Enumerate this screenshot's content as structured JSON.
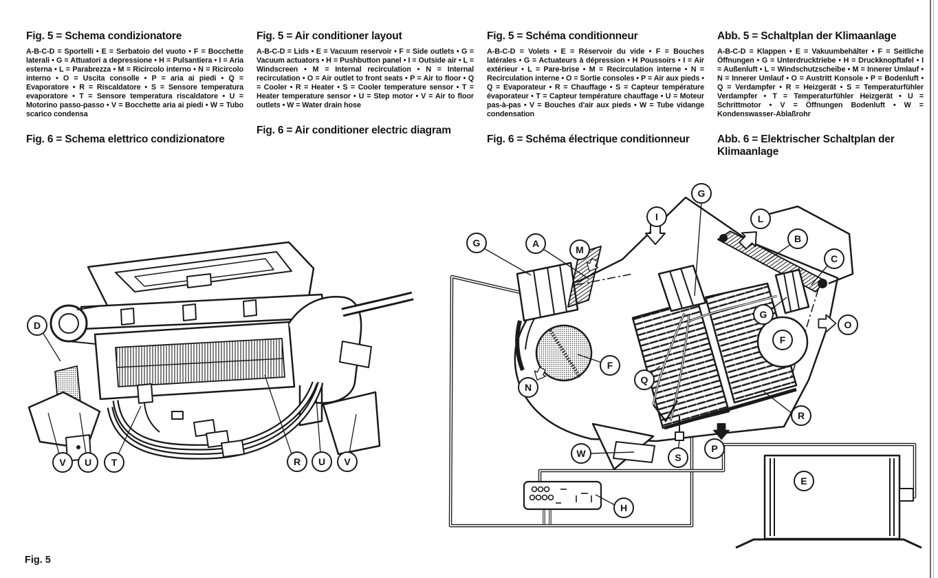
{
  "colors": {
    "ink": "#1a1a1a",
    "paper": "#ffffff",
    "page_edge": "#6e6e6e"
  },
  "columns": [
    {
      "lang": "italian",
      "fig5_title": "Fig. 5 = Schema condizionatore",
      "fig5_legend": "A-B-C-D = Sportelli • E = Serbatoio del vuoto • F = Bocchette laterali • G = Attuatori a depressione • H = Pulsantiera • I = Aria esterna • L = Parabrezza • M = Ricircolo interno • N = Ricircolo interno • O = Uscita consolle • P = aria ai piedi • Q = Evaporatore • R = Riscaldatore • S = Sensore temperatura evaporatore • T = Sensore temperatura riscaldatore • U = Motorino passo-passo • V = Bocchette aria ai piedi • W = Tubo scarico condensa",
      "fig6_title": "Fig. 6 = Schema elettrico condizionatore"
    },
    {
      "lang": "english",
      "fig5_title": "Fig. 5 = Air conditioner layout",
      "fig5_legend": "A-B-C-D = Lids • E = Vacuum reservoir • F = Side outlets • G = Vacuum actuators • H = Pushbutton panel • I = Outside air • L = Windscreen • M = Internal recirculation • N = Internal recirculation • O = Air outlet to front seats • P = Air to floor • Q = Cooler • R = Heater • S = Cooler temperature sensor • T = Heater temperature sensor • U = Step motor • V = Air to floor outlets • W = Water drain hose",
      "fig6_title": "Fig. 6 = Air conditioner electric diagram"
    },
    {
      "lang": "french",
      "fig5_title": "Fig. 5 = Schéma conditionneur",
      "fig5_legend": "A-B-C-D = Volets • E = Réservoir du vide • F = Bouches latérales • G = Actuateurs à dépression • H Poussoirs • I = Air extérieur • L = Pare-brise • M = Recirculation interne • N = Recirculation interne • O = Sortie consoles • P = Air aux pieds • Q = Evaporateur • R = Chauffage • S = Capteur température évaporateur • T = Capteur température chauffage • U = Moteur pas-à-pas • V = Bouches d'air aux pieds • W = Tube vidange condensation",
      "fig6_title": "Fig. 6 = Schéma électrique conditionneur"
    },
    {
      "lang": "german",
      "fig5_title": "Abb. 5 = Schaltplan der Klimaanlage",
      "fig5_legend": "A-B-C-D = Klappen • E = Vakuumbehälter • F = Seitliche Öffnungen • G = Unterdrucktriebe • H = Druckknopftafel • I = Außenluft • L = Windschutzscheibe • M = Innerer Umlauf • N = Innerer Umlauf • O = Austritt Konsole • P = Bodenluft • Q = Verdampfer • R = Heizgerät • S = Temperaturfühler Verdampfer • T = Temperaturfühler Heizgerät • U = Schrittmotor • V = Öffnungen Bodenluft • W = Kondenswasser-Ablaßrohr",
      "fig6_title": "Abb. 6 = Elektrischer Schaltplan der Klimaanlage"
    }
  ],
  "figure_caption": "Fig. 5",
  "diagram_labels": {
    "photo": [
      "D",
      "V",
      "U",
      "T",
      "R",
      "U",
      "V"
    ],
    "schematic": [
      "G",
      "I",
      "L",
      "G",
      "A",
      "M",
      "B",
      "C",
      "G",
      "F",
      "O",
      "F",
      "N",
      "Q",
      "R",
      "W",
      "S",
      "P",
      "H",
      "E"
    ]
  }
}
